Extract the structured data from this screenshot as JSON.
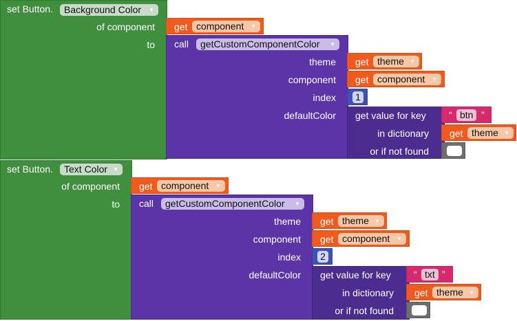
{
  "block1": {
    "setter_prefix": "set Button.",
    "property": "Background Color",
    "of_component_label": "of component",
    "to_label": "to",
    "get_label": "get",
    "component_var": "component",
    "call_label": "call",
    "procedure": "getCustomComponentColor",
    "args": {
      "theme_label": "theme",
      "component_label": "component",
      "index_label": "index",
      "defaultColor_label": "defaultColor"
    },
    "theme_var": "theme",
    "index_value": "1",
    "dict": {
      "get_value_label": "get value for key",
      "key_text": "btn",
      "in_dictionary_label": "in dictionary",
      "not_found_label": "or if not found"
    }
  },
  "block2": {
    "setter_prefix": "set Button.",
    "property": "Text Color",
    "of_component_label": "of component",
    "to_label": "to",
    "get_label": "get",
    "component_var": "component",
    "call_label": "call",
    "procedure": "getCustomComponentColor",
    "args": {
      "theme_label": "theme",
      "component_label": "component",
      "index_label": "index",
      "defaultColor_label": "defaultColor"
    },
    "theme_var": "theme",
    "index_value": "2",
    "dict": {
      "get_value_label": "get value for key",
      "key_text": "txt",
      "in_dictionary_label": "in dictionary",
      "not_found_label": "or if not found"
    }
  },
  "quote_open": "“",
  "quote_close": "”",
  "dropdown_arrow": "▼",
  "colors": {
    "setter_green": "#3f8f3f",
    "procedure_purple": "#5b35a8",
    "dictionary_purple": "#4b2c8f",
    "variable_orange": "#f05a1e",
    "text_pink": "#d62a6c",
    "number_blue": "#3f51b5",
    "color_grey": "#6e6e6e"
  }
}
